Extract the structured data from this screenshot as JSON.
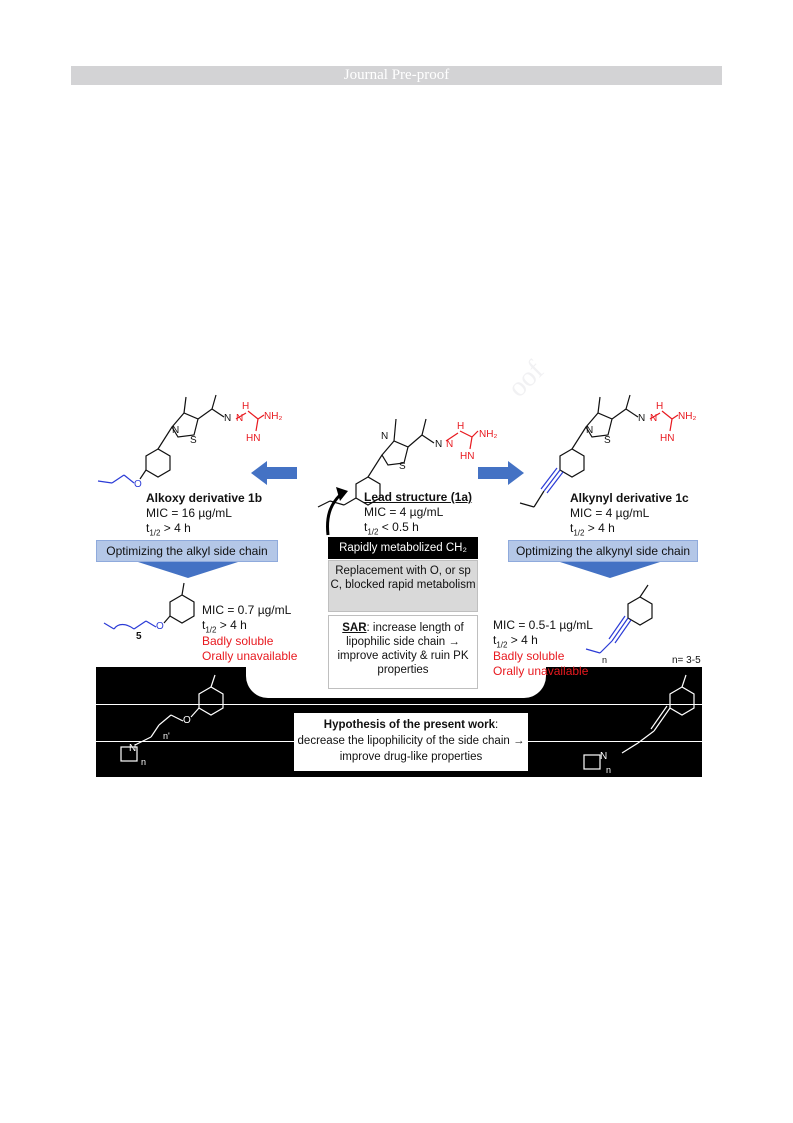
{
  "banner": "Journal Pre-proof",
  "watermark": "oof",
  "atoms": {
    "n": "N",
    "s": "S",
    "h": "H",
    "nh2": "NH₂",
    "hn": "HN",
    "o": "O",
    "subscript_five": "5"
  },
  "left": {
    "title": "Alkoxy derivative 1b",
    "mic": "MIC = 16 µg/mL",
    "t_half_base": "t",
    "t_half_sub": "1/2",
    "t_half_val": " > 4 h",
    "box": "Optimizing the alkyl side chain",
    "opt_mic": "MIC = 0.7 µg/mL",
    "opt_t_base": "t",
    "opt_t_sub": "1/2",
    "opt_t_val": " > 4 h",
    "warn1": "Badly soluble",
    "warn2": "Orally unavailable",
    "n_prime": "n'",
    "n": "n"
  },
  "center": {
    "title": "Lead structure (1a)",
    "mic": "MIC = 4 µg/mL",
    "t_half_base": "t",
    "t_half_sub": "1/2",
    "t_half_val": " < 0.5 h",
    "box1": "Rapidly metabolized CH₂",
    "box2": "Replacement with O, or sp C, blocked rapid metabolism",
    "box3_bold": "SAR",
    "box3": ": increase length of lipophilic side chain → improve activity & ruin PK properties",
    "hypo_bold": "Hypothesis of the present work",
    "hypo_colon": ":",
    "hypo": "decrease the lipophilicity of  the side chain → improve drug-like properties"
  },
  "right": {
    "title": "Alkynyl derivative 1c",
    "mic": "MIC = 4 µg/mL",
    "t_half_base": "t",
    "t_half_sub": "1/2",
    "t_half_val": " > 4 h",
    "box": "Optimizing the alkynyl side chain",
    "opt_mic": "MIC = 0.5-1 µg/mL",
    "opt_t_base": "t",
    "opt_t_sub": "1/2",
    "opt_t_val": " > 4 h",
    "warn1": "Badly soluble",
    "warn2": "Orally unavailable",
    "n_label": "n",
    "n_range": "n= 3-5"
  },
  "colors": {
    "blue_arrow": "#4472c4",
    "red": "#e8191f",
    "box_blue": "#b4c7e7",
    "banner_gray": "#d3d3d5"
  }
}
